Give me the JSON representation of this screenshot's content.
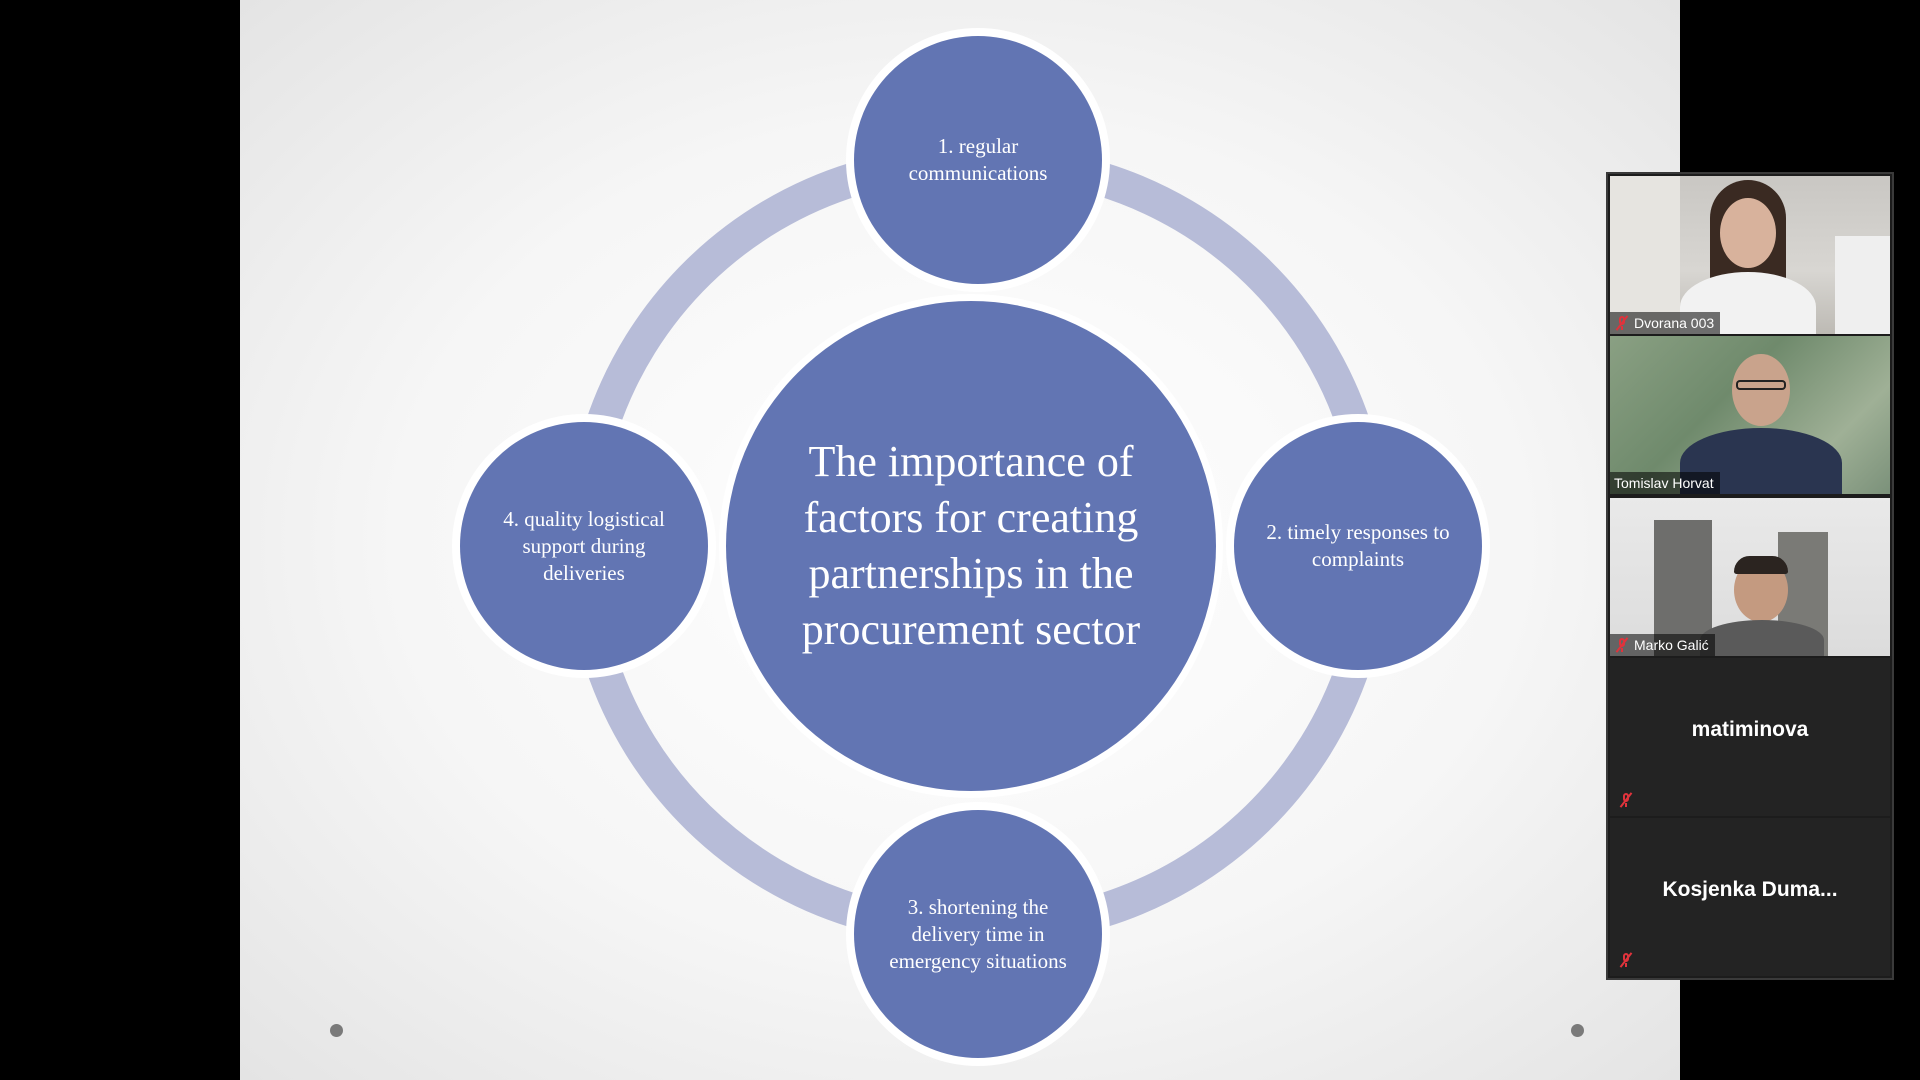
{
  "slide": {
    "center_text": "The importance of factors for creating partnerships in the procurement sector",
    "factors": [
      {
        "label": "1. regular communications"
      },
      {
        "label": "2. timely responses to complaints"
      },
      {
        "label": "3. shortening the delivery time in emergency situations"
      },
      {
        "label": "4. quality logistical support during deliveries"
      }
    ],
    "colors": {
      "node_fill": "#6275b3",
      "ring": "#b7bcd8",
      "slide_bg": "#f6f6f6",
      "active_speaker_border": "#7ec34a",
      "muted_mic": "#e0333c"
    }
  },
  "participants": [
    {
      "name": "Dvorana 003",
      "video": true,
      "muted": true,
      "active": false
    },
    {
      "name": "Tomislav Horvat",
      "video": true,
      "muted": false,
      "active": true
    },
    {
      "name": "Marko Galić",
      "video": true,
      "muted": true,
      "active": false
    },
    {
      "name": "matiminova",
      "video": false,
      "muted": true,
      "active": false
    },
    {
      "name": "Kosjenka  Duma...",
      "video": false,
      "muted": true,
      "active": false
    }
  ]
}
